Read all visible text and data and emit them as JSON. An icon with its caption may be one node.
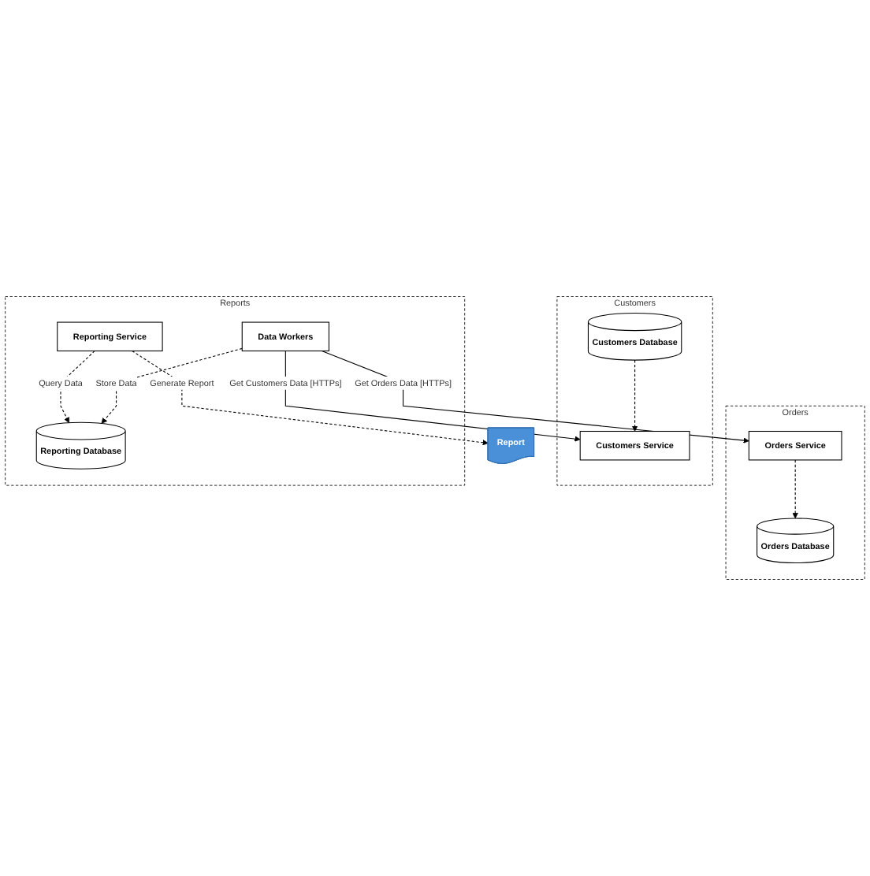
{
  "diagram": {
    "nodes": [
      {
        "text": [
          "Orders"
        ]
      },
      {
        "text": [
          "Orders Service"
        ],
        "in": 0
      },
      {
        "text": [
          "Orders Database"
        ],
        "in": 0
      },
      {
        "text": [
          "Customers"
        ]
      },
      {
        "text": [
          "Customers Database"
        ],
        "in": 3
      },
      {
        "text": [
          "Customers Service"
        ],
        "in": 3
      },
      {
        "text": [
          "Reports"
        ]
      },
      {
        "text": [
          "Data Workers"
        ],
        "in": 6
      },
      {
        "text": [
          "Reporting Database"
        ],
        "in": 6
      },
      {
        "text": [
          "Reporting Service"
        ],
        "in": 6
      },
      {
        "text": [
          "Report"
        ]
      }
    ],
    "edges": [
      {
        "from": 1,
        "to": 2,
        "arrow": "to",
        "style": "dashed"
      },
      {
        "from": 4,
        "to": 5,
        "arrow": "to",
        "style": "dashed"
      },
      {
        "from": 7,
        "to": 1,
        "arrow": "to",
        "label": "Get Orders Data [HTTPs]"
      },
      {
        "from": 7,
        "to": 5,
        "arrow": "to",
        "label": "Get Customers Data [HTTPs]"
      },
      {
        "from": 7,
        "to": 8,
        "arrow": "to",
        "label": "Store Data",
        "style": "dashed"
      },
      {
        "from": 9,
        "to": 8,
        "arrow": "to",
        "label": "Query Data",
        "style": "dashed"
      },
      {
        "from": 9,
        "to": 10,
        "arrow": "to",
        "label": "Generate Report",
        "style": "dashed"
      }
    ]
  }
}
